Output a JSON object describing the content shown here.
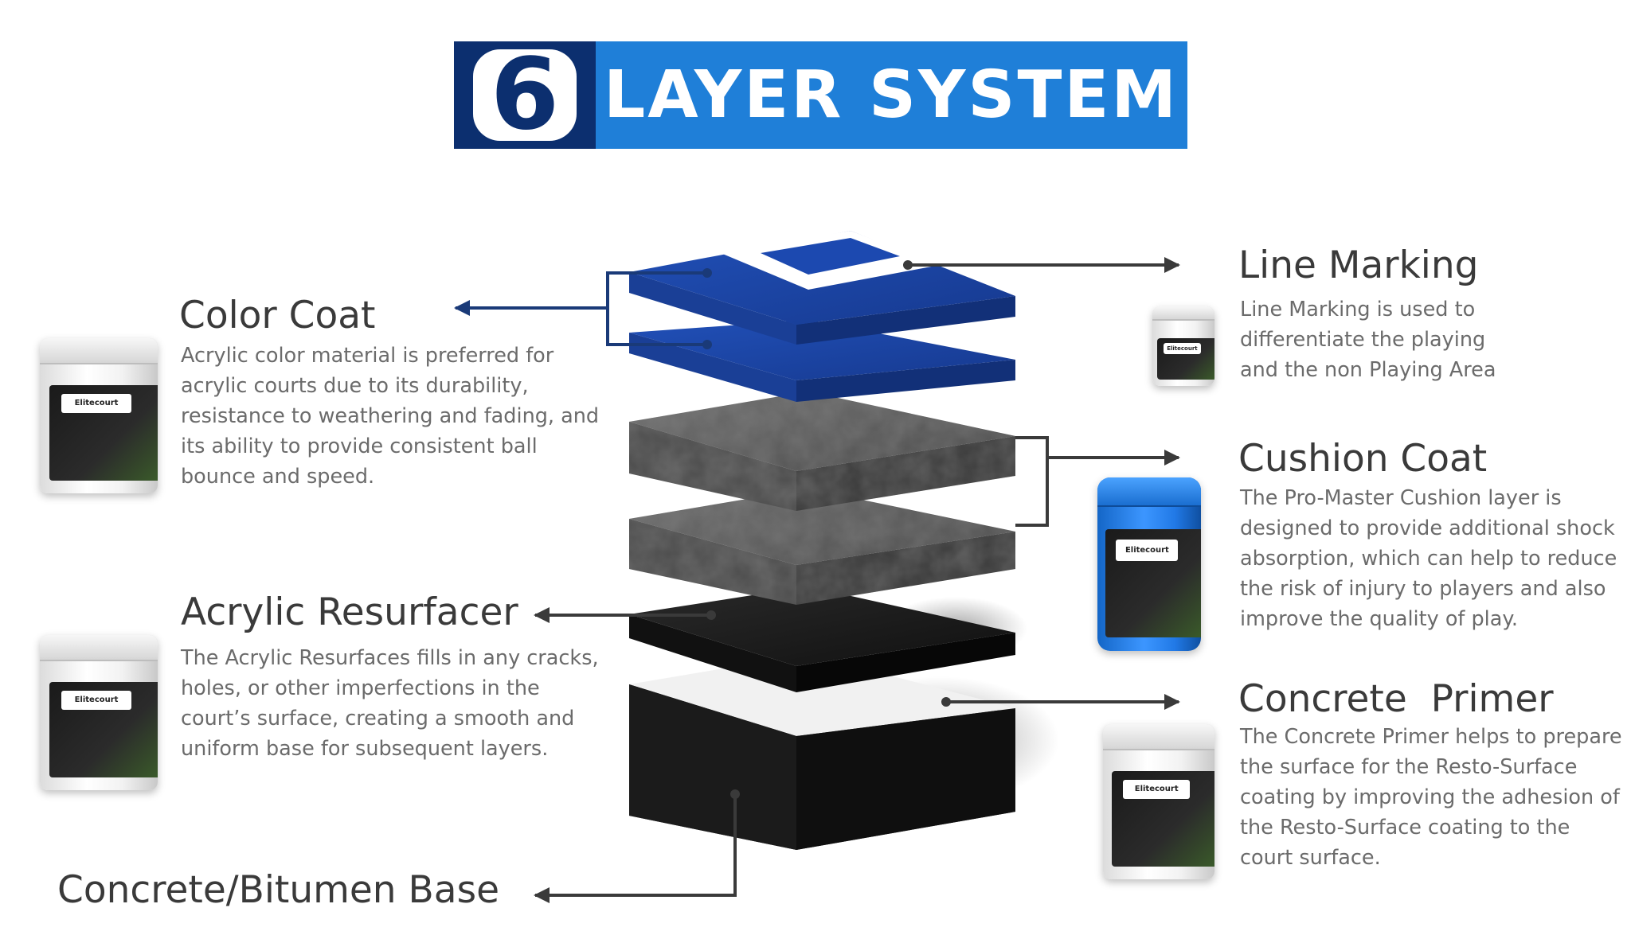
{
  "banner": {
    "number": "6",
    "title": "LAYER SYSTEM",
    "number_bg": "#0c2f6f",
    "title_bg": "#1f7fd8"
  },
  "colors": {
    "blue_layer": "#1b46a6",
    "cushion_layer": "#5b5b5b",
    "resurfacer_layer": "#1c1c1c",
    "base_layer": "#1a1a1a",
    "connector_dark": "#3a3a3a",
    "connector_navy": "#1a3a78"
  },
  "layers": {
    "line_marking": {
      "title": "Line Marking",
      "description": [
        "Line Marking is used to",
        "differentiate the playing",
        "and the non Playing Area"
      ]
    },
    "color_coat": {
      "title": "Color Coat",
      "description": [
        "Acrylic color material is preferred for",
        "acrylic courts due to its durability,",
        "resistance to weathering and fading, and",
        "its ability to provide consistent ball",
        "bounce and speed."
      ]
    },
    "cushion_coat": {
      "title": "Cushion Coat",
      "description": [
        "The Pro-Master Cushion layer is",
        "designed to provide additional shock",
        "absorption, which can help to reduce",
        "the risk of injury to players and also",
        "improve the quality of play."
      ]
    },
    "acrylic_resurfacer": {
      "title": "Acrylic Resurfacer",
      "description": [
        "The Acrylic Resurfaces fills in any cracks,",
        "holes, or other imperfections in the",
        "court’s surface, creating a smooth and",
        "uniform base for subsequent layers."
      ]
    },
    "concrete_primer": {
      "title": "Concrete  Primer",
      "description": [
        "The Concrete Primer helps to prepare",
        "the surface for the Resto-Surface",
        "coating by improving the adhesion of",
        "the Resto-Surface coating to the",
        "court surface."
      ]
    },
    "base": {
      "title": "Concrete/Bitumen Base"
    }
  },
  "product": {
    "brand": "Elitecourt"
  }
}
